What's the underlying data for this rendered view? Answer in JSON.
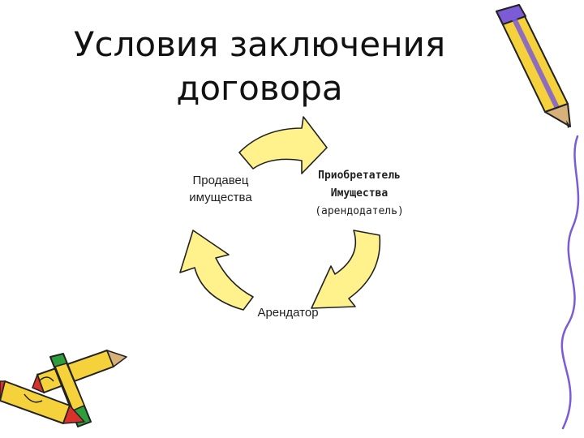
{
  "title": {
    "line1": "Условия заключения",
    "line2": "договора"
  },
  "nodes": {
    "seller": {
      "line1": "Продавец",
      "line2": "имущества"
    },
    "buyer": {
      "line1": "Приобретатель",
      "line2": "Имущества",
      "line3": "(арендодатель)"
    },
    "tenant": {
      "label": "Арендатор"
    }
  },
  "colors": {
    "arrow_fill": "#FFF28C",
    "arrow_stroke": "#222222",
    "pencil_body": "#F5D23C",
    "pencil_accent": "#7B5CD6",
    "pencil_tip": "#D8B07A",
    "pencil_red": "#D8322A",
    "pencil_green": "#2E9E3C"
  },
  "icons": [
    "pencil-icon",
    "crayons-icon",
    "cycle-arrow-icon"
  ]
}
